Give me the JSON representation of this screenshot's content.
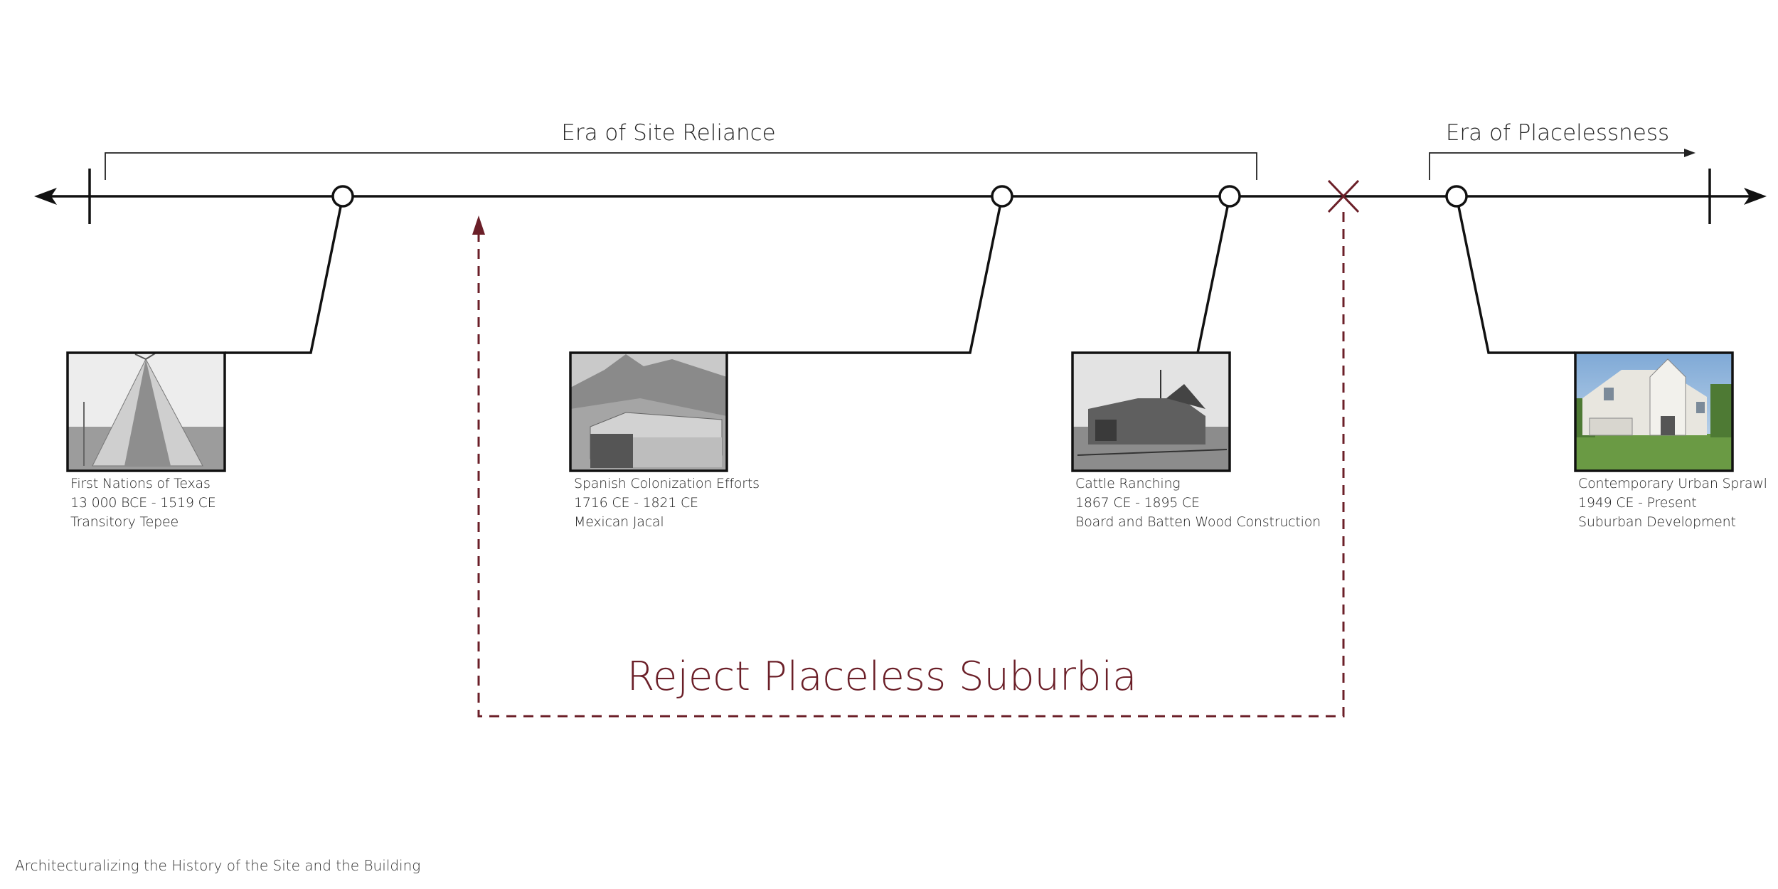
{
  "eras": [
    {
      "label": "Era of Site Reliance"
    },
    {
      "label": "Era of Placelessness"
    }
  ],
  "events": [
    {
      "title": "First Nations of Texas",
      "date": "13 000 BCE - 1519 CE",
      "building": "Transitory Tepee",
      "image": "tepee-photo"
    },
    {
      "title": "Spanish Colonization Efforts",
      "date": "1716 CE - 1821 CE",
      "building": "Mexican Jacal",
      "image": "jacal-photo"
    },
    {
      "title": "Cattle Ranching",
      "date": "1867 CE - 1895 CE",
      "building": "Board and Batten Wood Construction",
      "image": "ranch-house-photo"
    },
    {
      "title": "Contemporary Urban Sprawl",
      "date": "1949 CE - Present",
      "building": "Suburban Development",
      "image": "suburban-house-photo"
    }
  ],
  "headline": "Reject Placeless Suburbia",
  "footer": "Architecturalizing the History of the Site and the Building",
  "colors": {
    "accent": "#6b1f28",
    "line": "#111111"
  }
}
